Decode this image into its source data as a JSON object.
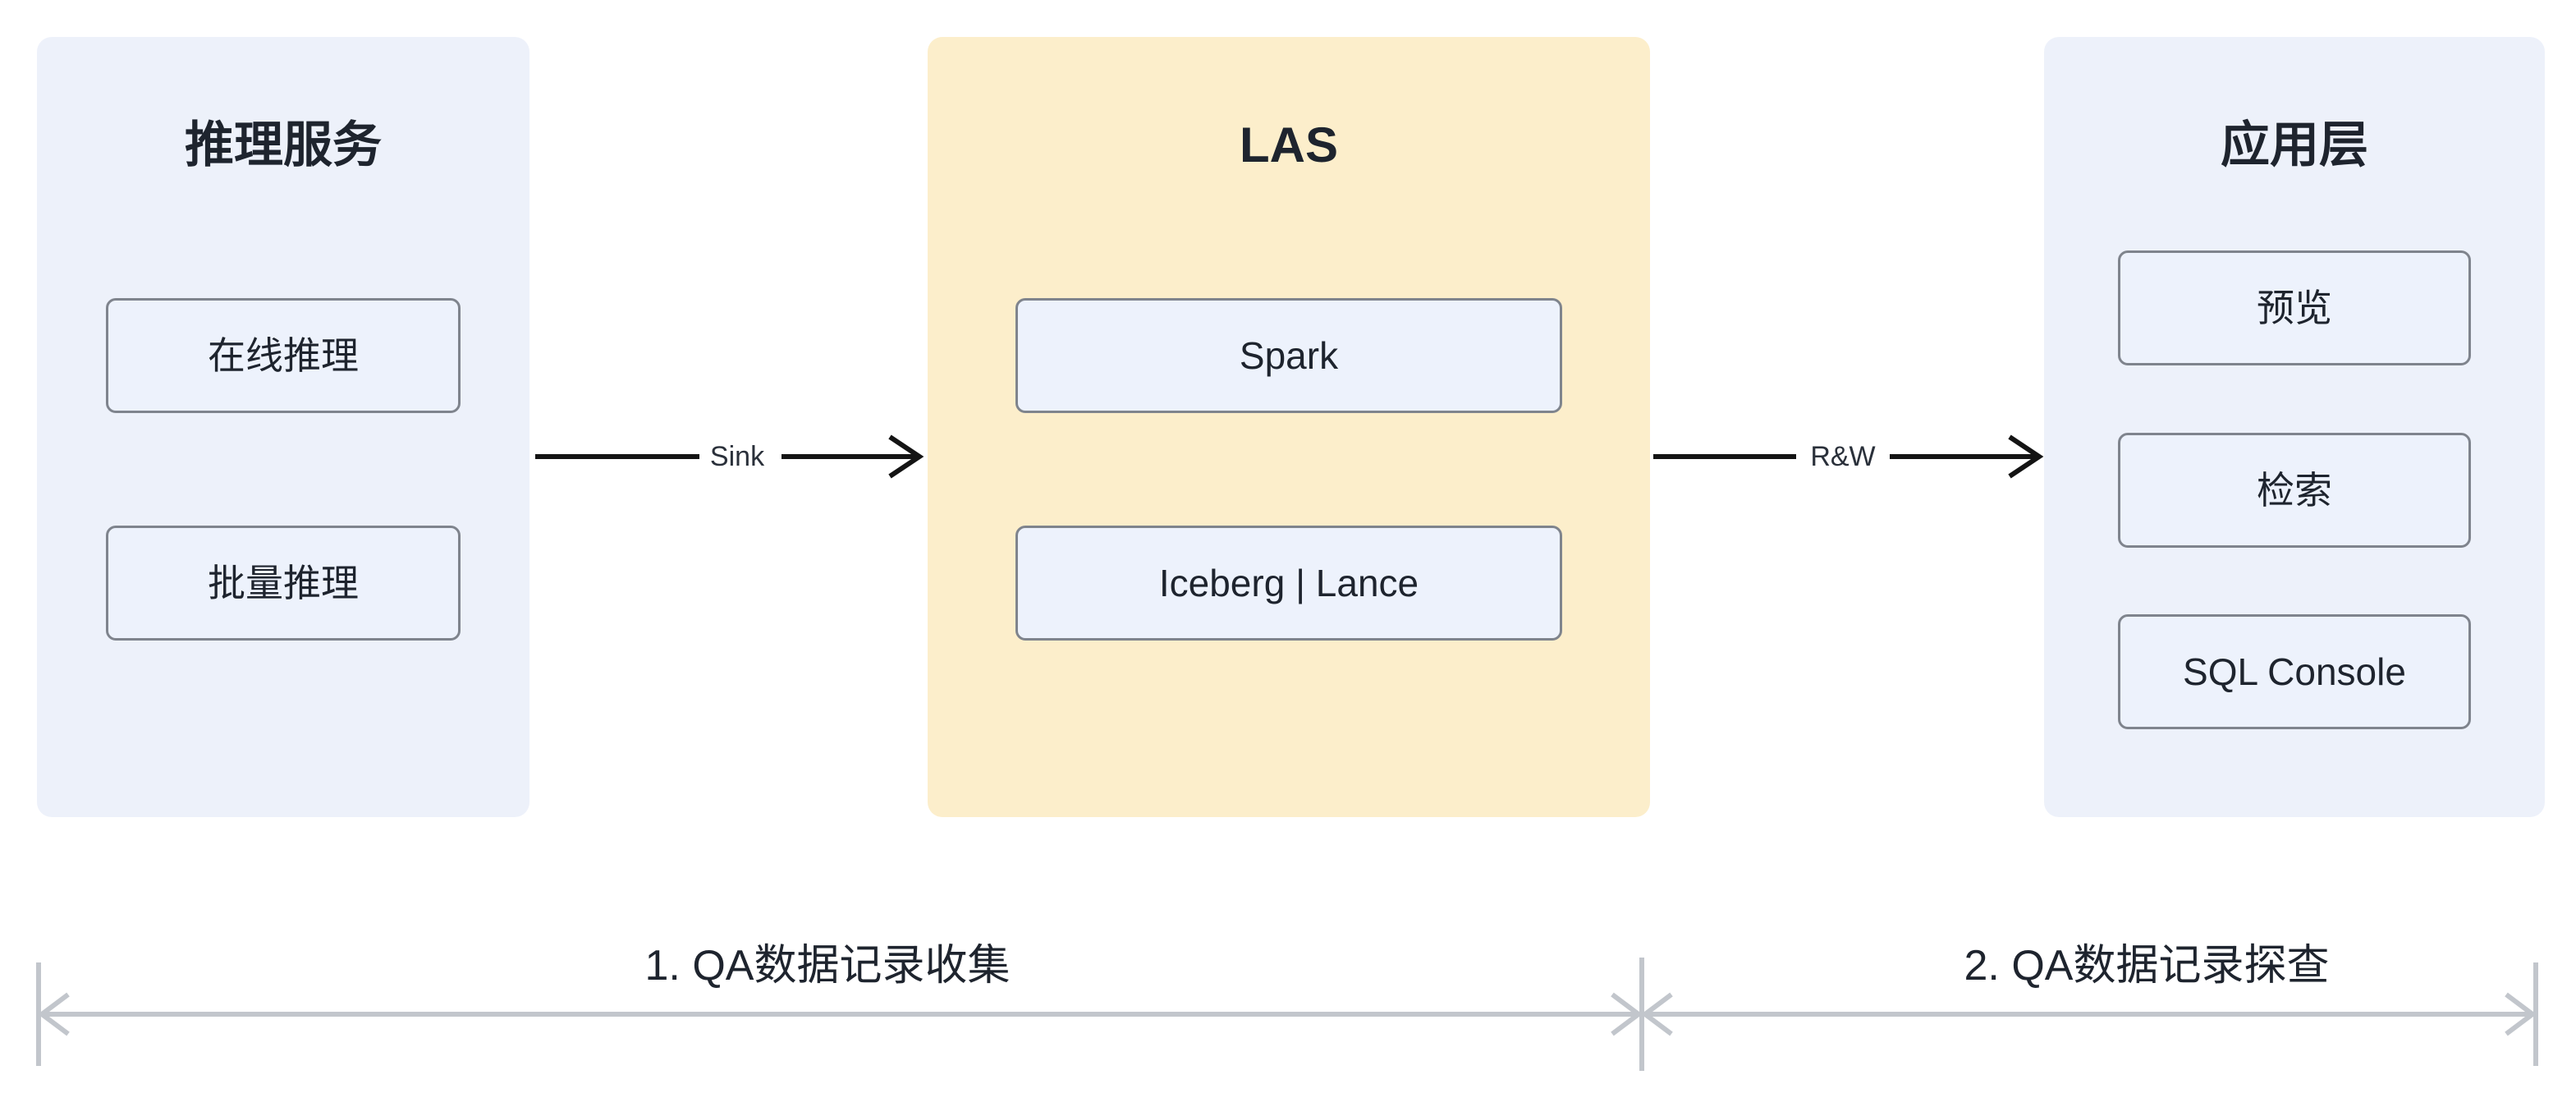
{
  "diagram": {
    "panels": [
      {
        "id": "inference-service",
        "title": "推理服务",
        "boxes": [
          {
            "label": "在线推理"
          },
          {
            "label": "批量推理"
          }
        ]
      },
      {
        "id": "las",
        "title": "LAS",
        "boxes": [
          {
            "label": "Spark"
          },
          {
            "label": "Iceberg | Lance"
          }
        ]
      },
      {
        "id": "application-layer",
        "title": "应用层",
        "boxes": [
          {
            "label": "预览"
          },
          {
            "label": "检索"
          },
          {
            "label": "SQL Console"
          }
        ]
      }
    ],
    "flow_arrows": [
      {
        "label": "Sink",
        "from": "推理服务",
        "to": "LAS"
      },
      {
        "label": "R&W",
        "from": "LAS",
        "to": "应用层"
      }
    ],
    "internal_arrows": [
      {
        "from": "Spark",
        "to": "Iceberg | Lance"
      }
    ],
    "measures": [
      {
        "label": "1. QA数据记录收集"
      },
      {
        "label": "2. QA数据记录探查"
      }
    ],
    "colors": {
      "panel_blue_bg": "#edf1fa",
      "panel_yellow_bg": "#fceecb",
      "box_bg": "#edf2fc",
      "box_border": "#7f848d",
      "text_dark": "#1e242e",
      "arrow_black": "#141414",
      "dimension_gray": "#c2c6cc"
    }
  }
}
